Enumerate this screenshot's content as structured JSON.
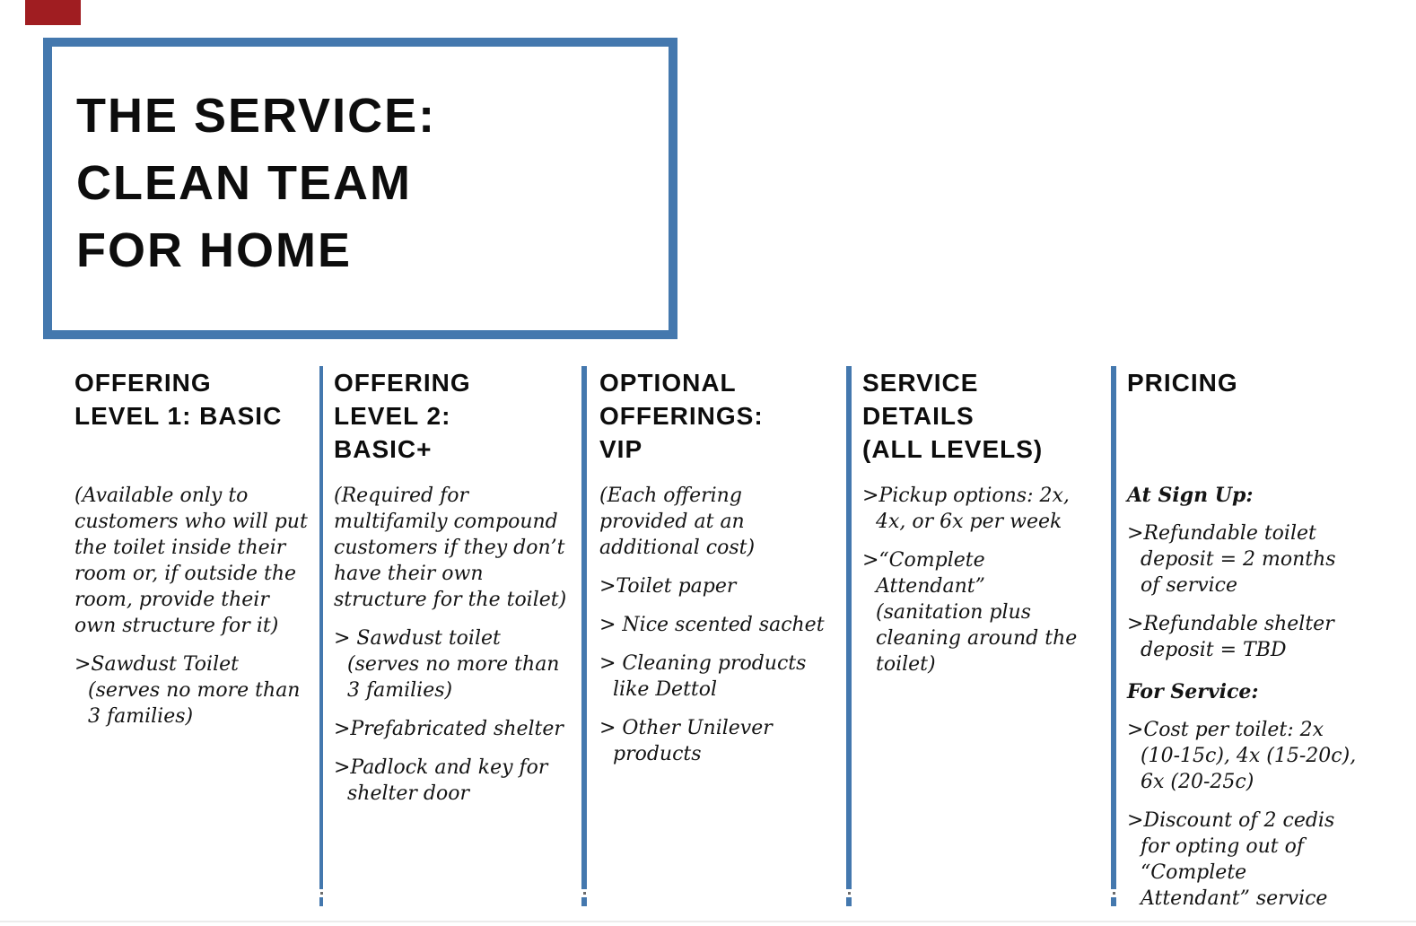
{
  "colors": {
    "accent_blue": "#4478ae",
    "accent_red": "#a01d21",
    "text": "#0d0d0d"
  },
  "title_box": {
    "title": "THE SERVICE:\nCLEAN TEAM\nFOR HOME"
  },
  "columns": [
    {
      "heading": "OFFERING\nLEVEL 1: BASIC",
      "intro": "(Available only to customers who will put the toilet inside their room or, if outside the room, provide their own structure for it)",
      "bullets": [
        ">Sawdust Toilet (serves no more than 3 families)"
      ]
    },
    {
      "heading": "OFFERING\nLEVEL 2:\nBASIC+",
      "intro": "(Required for multifamily compound customers if they don’t have their own structure for the toilet)",
      "bullets": [
        "> Sawdust toilet (serves no more than 3 families)",
        ">Prefabricated shelter",
        ">Padlock and key for shelter door"
      ]
    },
    {
      "heading": "OPTIONAL\nOFFERINGS:\nVIP",
      "intro": "(Each offering provided at an additional cost)",
      "bullets": [
        ">Toilet paper",
        "> Nice scented sachet",
        "> Cleaning products like Dettol",
        "> Other Unilever products"
      ]
    },
    {
      "heading": "SERVICE\nDETAILS\n(ALL LEVELS)",
      "bullets": [
        ">Pickup options: 2x, 4x, or 6x per week",
        ">“Complete Attendant” (sanitation plus cleaning around the toilet)"
      ]
    },
    {
      "heading": "PRICING",
      "subhead_sign_up": "At Sign Up:",
      "sign_up_bullets": [
        ">Refundable toilet deposit = 2 months of service",
        ">Refundable shelter deposit = TBD"
      ],
      "subhead_service": "For Service:",
      "service_bullets": [
        ">Cost per toilet: 2x (10-15c), 4x (15-20c), 6x (20-25c)",
        ">Discount of 2 cedis for opting out of “Complete Attendant” service"
      ]
    }
  ]
}
